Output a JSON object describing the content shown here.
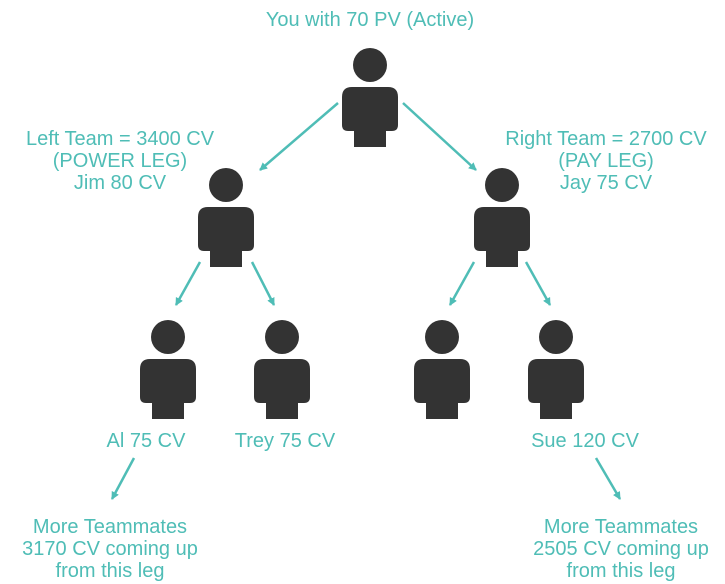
{
  "accent_color": "#4fbdb6",
  "figure_color": "#333333",
  "root": {
    "label": "You with 70 PV (Active)",
    "icon": "person-icon"
  },
  "left": {
    "line1": "Left Team = 3400 CV",
    "line2": "(POWER LEG)",
    "line3": "Jim 80 CV",
    "children": [
      {
        "label": "Al 75 CV"
      },
      {
        "label": "Trey 75 CV"
      }
    ],
    "more": [
      "More Teammates",
      "3170 CV coming up",
      "from this leg"
    ]
  },
  "right": {
    "line1": "Right Team = 2700 CV",
    "line2": "(PAY LEG)",
    "line3": "Jay 75 CV",
    "children": [
      {
        "label": ""
      },
      {
        "label": "Sue 120 CV"
      }
    ],
    "more": [
      "More Teammates",
      "2505 CV coming up",
      "from this leg"
    ]
  }
}
